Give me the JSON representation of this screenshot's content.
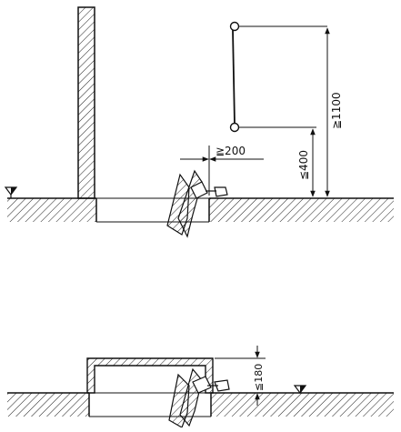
{
  "diagram": {
    "top_detail": {
      "gap_dimension": "≧200",
      "lower_rail_height": "≦400",
      "upper_rail_height": "≧1100"
    },
    "bottom_detail": {
      "cover_height": "≦180"
    }
  }
}
